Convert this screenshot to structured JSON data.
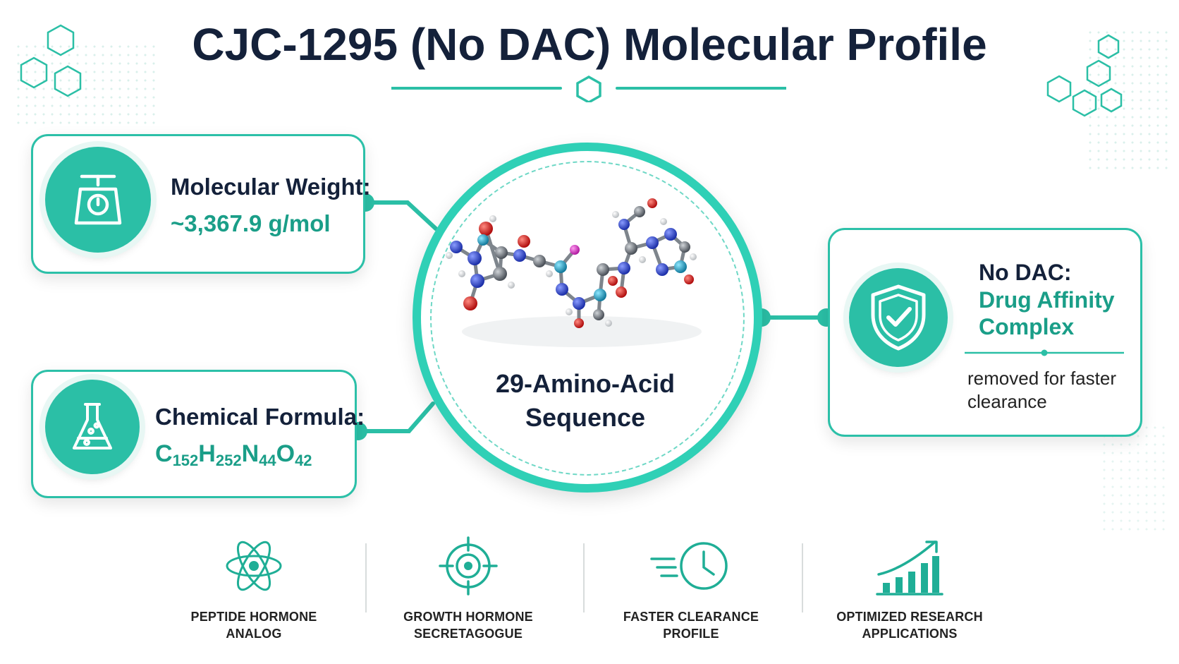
{
  "title": "CJC-1295 (No DAC) Molecular Profile",
  "colors": {
    "accent": "#2bbfa6",
    "accent_dark": "#1a9e88",
    "text": "#14213a"
  },
  "molecular_weight": {
    "icon": "scale-icon",
    "label": "Molecular Weight:",
    "value": "~3,367.9 g/mol"
  },
  "chemical_formula": {
    "icon": "flask-icon",
    "label": "Chemical Formula:",
    "parts": [
      "C",
      "152",
      "H",
      "252",
      "N",
      "44",
      "O",
      "42"
    ]
  },
  "center": {
    "line1": "29-Amino-Acid",
    "line2": "Sequence"
  },
  "no_dac": {
    "icon": "shield-check-icon",
    "title": "No DAC:",
    "subtitle_line1": "Drug Affinity",
    "subtitle_line2": "Complex",
    "note_line1": "removed for faster",
    "note_line2": "clearance"
  },
  "features": [
    {
      "icon": "atom-icon",
      "line1": "PEPTIDE HORMONE",
      "line2": "ANALOG"
    },
    {
      "icon": "target-icon",
      "line1": "GROWTH HORMONE",
      "line2": "SECRETAGOGUE"
    },
    {
      "icon": "fast-clock-icon",
      "line1": "FASTER CLEARANCE",
      "line2": "PROFILE"
    },
    {
      "icon": "growth-chart-icon",
      "line1": "OPTIMIZED RESEARCH",
      "line2": "APPLICATIONS"
    }
  ]
}
